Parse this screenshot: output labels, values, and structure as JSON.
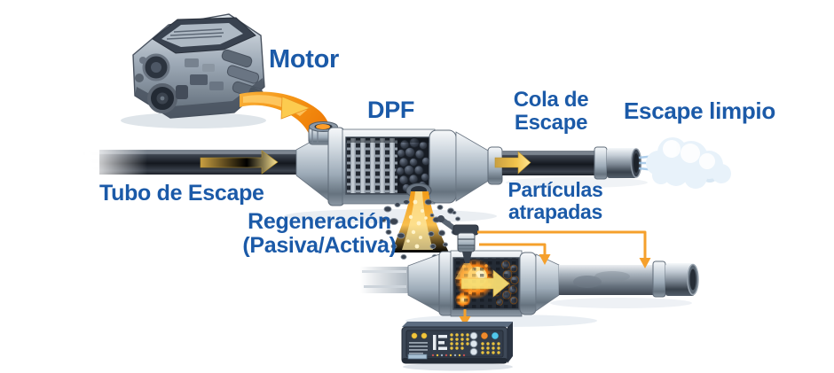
{
  "diagram": {
    "labels": {
      "motor": "Motor",
      "dpf": "DPF",
      "cola_de_escape": [
        "Cola de",
        "Escape"
      ],
      "escape_limpio": "Escape limpio",
      "tubo_de_escape": "Tubo de Escape",
      "regeneracion": [
        "Regeneración",
        "(Pasiva/Activa)"
      ],
      "particulas_atrapadas": [
        "Partículas",
        "atrapadas"
      ]
    },
    "colors": {
      "label_blue": "#1b5aa8",
      "flow_orange": "#f59d20",
      "arrow_gold": "#f2c44d",
      "pipe_dark": "#2c323c",
      "metal_light": "#cdd6df",
      "clean_cloud": "#e8f2fa",
      "soot_particle": "#3a4350",
      "fire_glow": "#ffb941",
      "ecu_panel": "#3d4857"
    }
  }
}
